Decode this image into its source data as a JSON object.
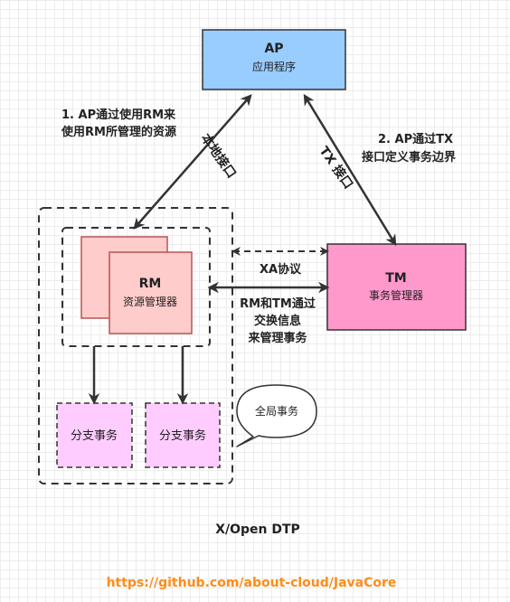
{
  "nodes": {
    "ap": {
      "title": "AP",
      "subtitle": "应用程序"
    },
    "rm": {
      "title": "RM",
      "subtitle": "资源管理器"
    },
    "tm": {
      "title": "TM",
      "subtitle": "事务管理器"
    },
    "branch_left": {
      "label": "分支事务"
    },
    "branch_right": {
      "label": "分支事务"
    },
    "global_bubble": {
      "label": "全局事务"
    }
  },
  "annotations": {
    "ap_rm_line1": "1. AP通过使用RM来",
    "ap_rm_line2": "使用RM所管理的资源",
    "ap_tm_line1": "2. AP通过TX",
    "ap_tm_line2": "接口定义事务边界",
    "native_interface": "本地接口",
    "tx_interface": "TX 接口",
    "xa_protocol": "XA协议",
    "rm_tm_line1": "RM和TM通过",
    "rm_tm_line2": "交换信息",
    "rm_tm_line3": "来管理事务"
  },
  "caption": "X/Open DTP",
  "footer_link": "https://github.com/about-cloud/JavaCore",
  "colors": {
    "ap_fill": "#99ccff",
    "rm_fill": "#ffcccc",
    "rm_stroke": "#b85450",
    "tm_fill": "#ff99cc",
    "branch_fill": "#ffccff",
    "footer": "#ff8c1a",
    "line": "#333333"
  }
}
